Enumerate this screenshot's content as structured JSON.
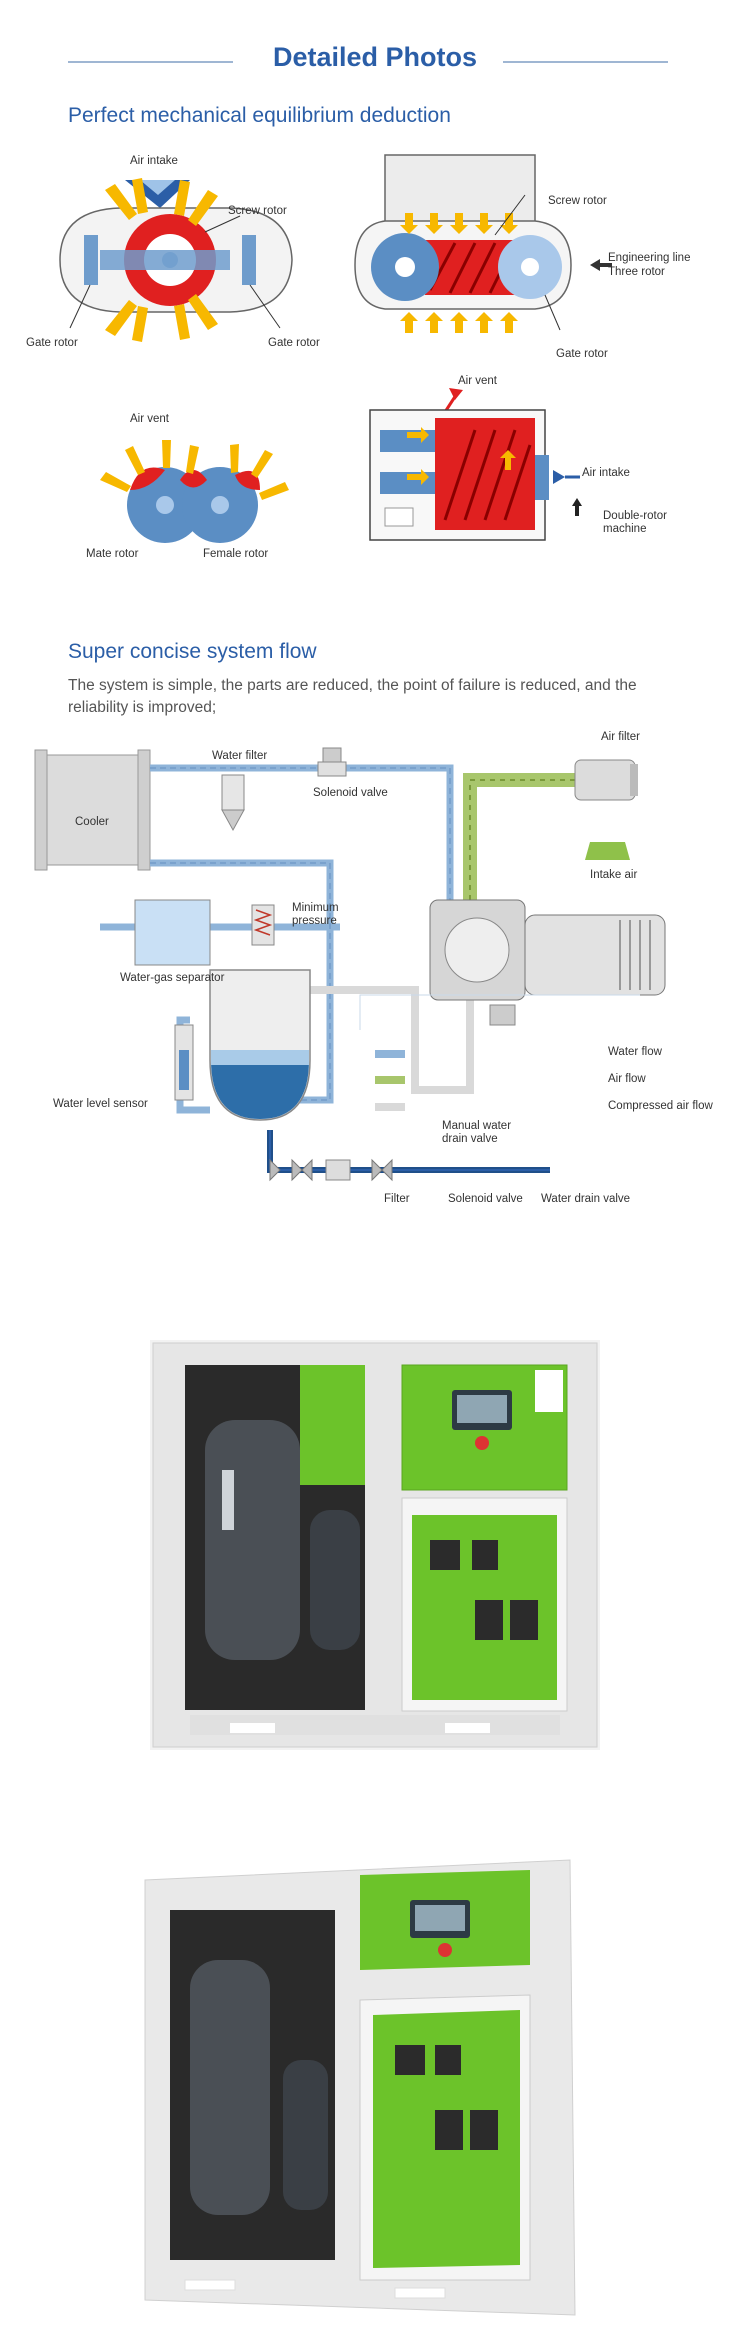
{
  "header": {
    "title": "Detailed Photos"
  },
  "section1": {
    "title": "Perfect mechanical equilibrium deduction",
    "labels": {
      "air_intake_tl": "Air intake",
      "screw_rotor_tl": "Screw rotor",
      "gate_rotor_left": "Gate rotor",
      "gate_rotor_mid": "Gate rotor",
      "screw_rotor_tr": "Screw rotor",
      "engineering_line": "Engineering line",
      "three_rotor": "Three rotor",
      "gate_rotor_tr": "Gate rotor",
      "air_vent_bl": "Air vent",
      "mate_rotor": "Mate rotor",
      "female_rotor": "Female rotor",
      "air_vent_br": "Air vent",
      "air_intake_br": "Air intake",
      "double_rotor": "Double-rotor machine"
    }
  },
  "section2": {
    "title": "Super concise system flow",
    "description": "The system is simple, the parts are reduced, the point of failure is reduced, and the reliability is improved;",
    "labels": {
      "water_filter": "Water filter",
      "cooler": "Cooler",
      "solenoid_valve_top": "Solenoid valve",
      "air_filter": "Air filter",
      "intake_air": "Intake air",
      "minimum_pressure": "Minimum pressure",
      "water_gas_separator": "Water-gas separator",
      "water_level_sensor": "Water level sensor",
      "manual_drain": "Manual water drain valve",
      "filter": "Filter",
      "solenoid_valve_bottom": "Solenoid valve",
      "water_drain_valve": "Water drain valve"
    },
    "legend": [
      {
        "label": "Water flow",
        "color": "#8fb4d9"
      },
      {
        "label": "Air flow",
        "color": "#a8c66c"
      },
      {
        "label": "Compressed air flow",
        "color": "#d9d9d9"
      }
    ]
  },
  "colors": {
    "accent": "#2b5ea7",
    "machine_green": "#6cc32a"
  }
}
